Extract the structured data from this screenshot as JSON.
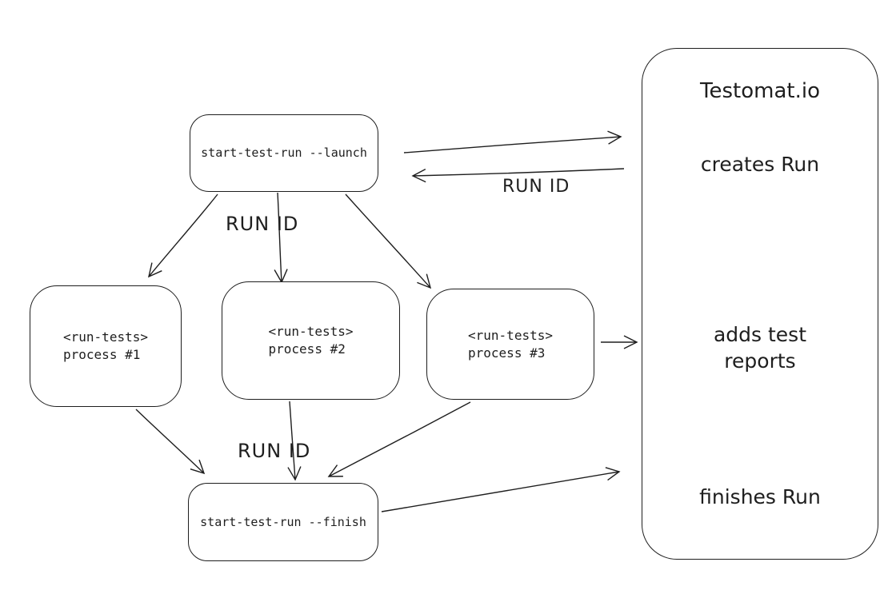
{
  "nodes": {
    "launch": {
      "label": "start-test-run --launch"
    },
    "process1": {
      "label": "<run-tests>\nprocess #1"
    },
    "process2": {
      "label": "<run-tests>\nprocess #2"
    },
    "process3": {
      "label": "<run-tests>\nprocess #3"
    },
    "finish": {
      "label": "start-test-run --finish"
    },
    "testomat": {
      "title": "Testomat.io",
      "step_creates": "creates Run",
      "step_adds": "adds test\nreports",
      "step_finishes": "finishes Run"
    }
  },
  "edge_labels": {
    "launch_response": "RUN ID",
    "fanout": "RUN ID",
    "fanin": "RUN ID"
  },
  "colors": {
    "stroke": "#1e1e1e",
    "canvas": "#ffffff"
  }
}
